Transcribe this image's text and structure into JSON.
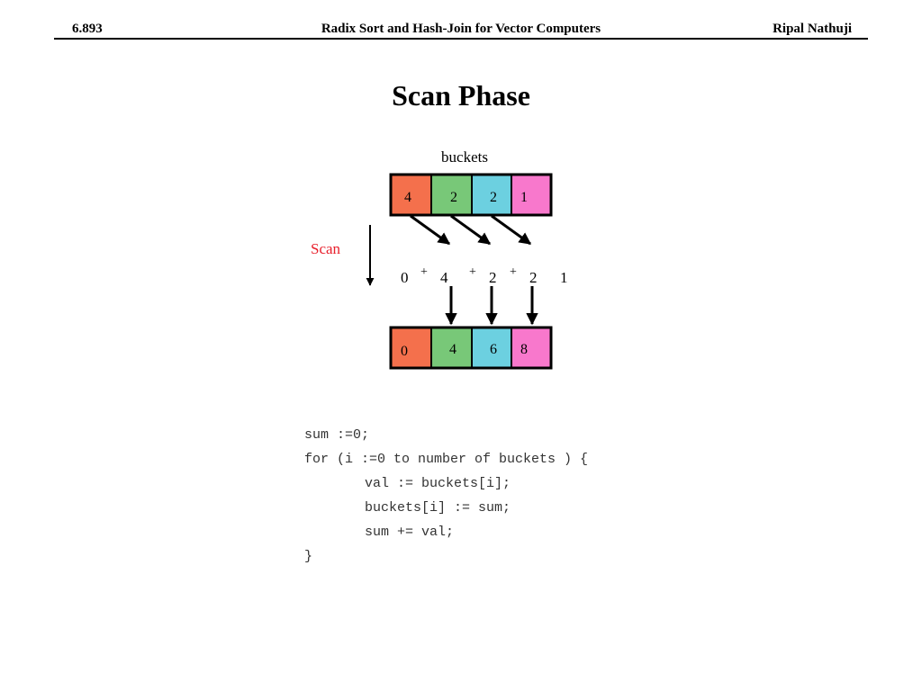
{
  "header": {
    "left": "6.893",
    "center": "Radix Sort and Hash-Join for Vector Computers",
    "right": "Ripal Nathuji"
  },
  "title": "Scan Phase",
  "diagram": {
    "buckets_label": "buckets",
    "scan_label": "Scan",
    "input_cells": [
      "4",
      "2",
      "2",
      "1"
    ],
    "output_cells": [
      "0",
      "4",
      "6",
      "8"
    ],
    "sum_row": [
      "0",
      "4",
      "2",
      "2",
      "1"
    ],
    "plus_sign": "+",
    "colors": {
      "cell_1": "#f4704c",
      "cell_2": "#78c878",
      "cell_3": "#6cd0e0",
      "cell_4": "#f878cc",
      "scan_label": "#e8202c",
      "border": "#000000"
    }
  },
  "code": {
    "lines": [
      "sum :=0;",
      "for (i :=0 to number of buckets ) {",
      "val := buckets[i];",
      "buckets[i] := sum;",
      "sum += val;",
      "}"
    ]
  }
}
